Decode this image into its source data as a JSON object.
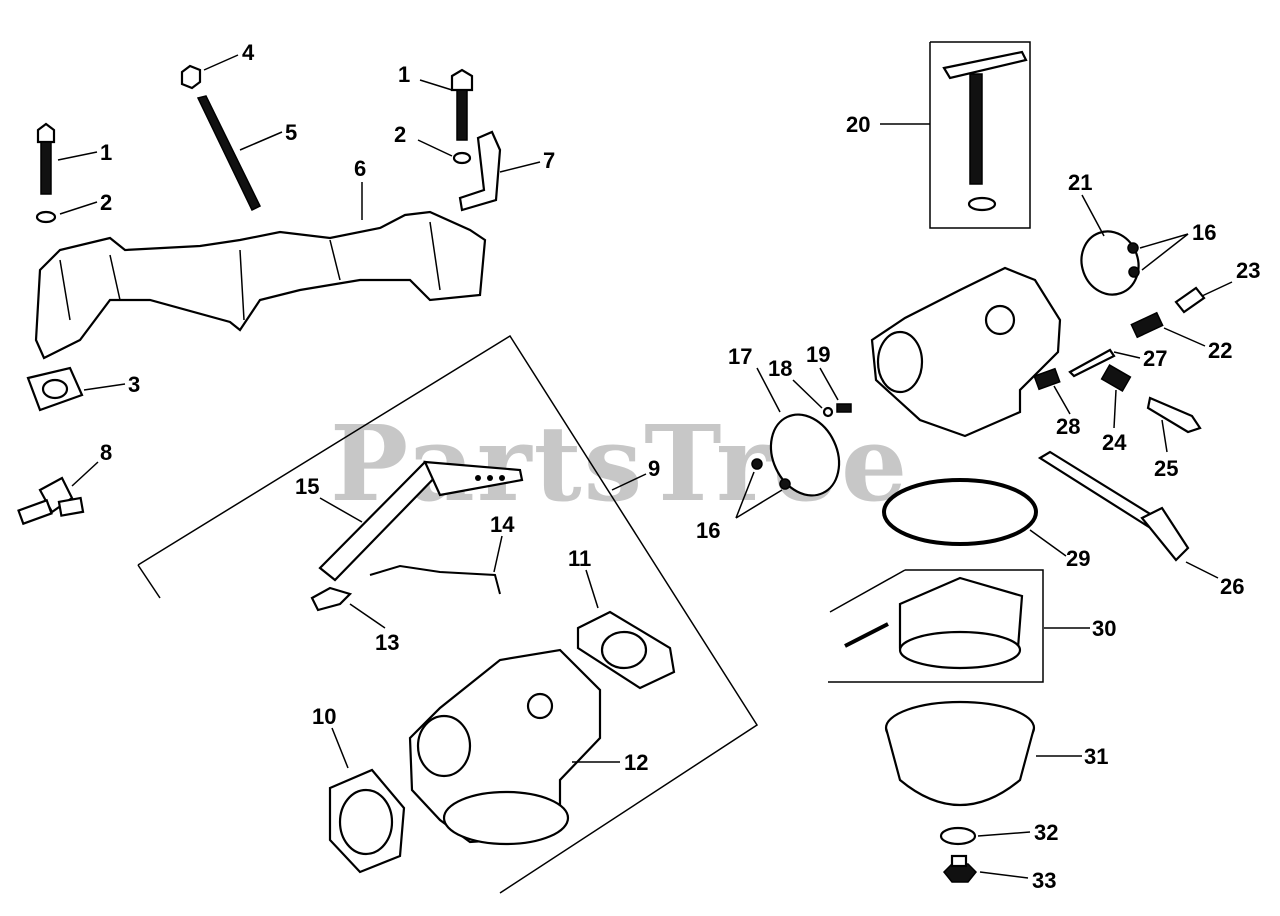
{
  "watermark": "PartsTree",
  "callouts": [
    {
      "id": "c1a",
      "text": "1"
    },
    {
      "id": "c2a",
      "text": "2"
    },
    {
      "id": "c3",
      "text": "3"
    },
    {
      "id": "c4",
      "text": "4"
    },
    {
      "id": "c5",
      "text": "5"
    },
    {
      "id": "c1b",
      "text": "1"
    },
    {
      "id": "c2b",
      "text": "2"
    },
    {
      "id": "c6",
      "text": "6"
    },
    {
      "id": "c7",
      "text": "7"
    },
    {
      "id": "c8",
      "text": "8"
    },
    {
      "id": "c9",
      "text": "9"
    },
    {
      "id": "c10",
      "text": "10"
    },
    {
      "id": "c11",
      "text": "11"
    },
    {
      "id": "c12",
      "text": "12"
    },
    {
      "id": "c13",
      "text": "13"
    },
    {
      "id": "c14",
      "text": "14"
    },
    {
      "id": "c15",
      "text": "15"
    },
    {
      "id": "c16a",
      "text": "16"
    },
    {
      "id": "c16b",
      "text": "16"
    },
    {
      "id": "c17",
      "text": "17"
    },
    {
      "id": "c18",
      "text": "18"
    },
    {
      "id": "c19",
      "text": "19"
    },
    {
      "id": "c20",
      "text": "20"
    },
    {
      "id": "c21",
      "text": "21"
    },
    {
      "id": "c22",
      "text": "22"
    },
    {
      "id": "c23",
      "text": "23"
    },
    {
      "id": "c24",
      "text": "24"
    },
    {
      "id": "c25",
      "text": "25"
    },
    {
      "id": "c26",
      "text": "26"
    },
    {
      "id": "c27",
      "text": "27"
    },
    {
      "id": "c28",
      "text": "28"
    },
    {
      "id": "c29",
      "text": "29"
    },
    {
      "id": "c30",
      "text": "30"
    },
    {
      "id": "c31",
      "text": "31"
    },
    {
      "id": "c32",
      "text": "32"
    },
    {
      "id": "c33",
      "text": "33"
    }
  ]
}
